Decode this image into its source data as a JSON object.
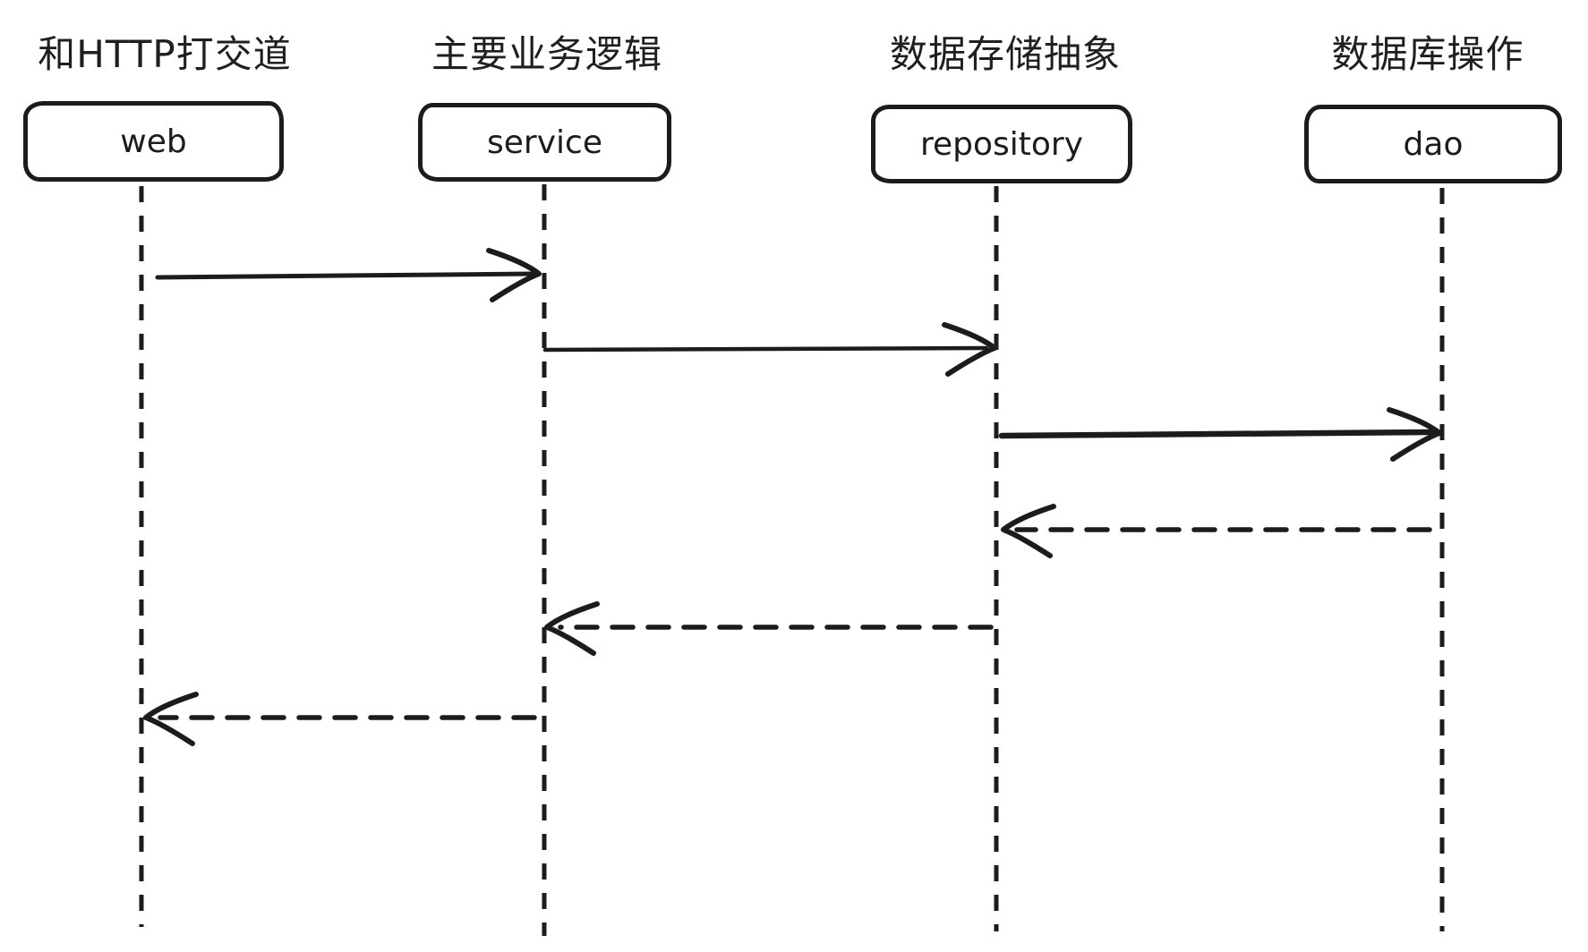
{
  "diagram": {
    "type": "sequence-diagram",
    "background_color": "#ffffff",
    "stroke_color": "#1c1c1c",
    "actors": [
      {
        "annotation": "和HTTP打交道",
        "name": "web"
      },
      {
        "annotation": "主要业务逻辑",
        "name": "service"
      },
      {
        "annotation": "数据存储抽象",
        "name": "repository"
      },
      {
        "annotation": "数据库操作",
        "name": "dao"
      }
    ],
    "messages": [
      {
        "from": "web",
        "to": "service",
        "line": "solid",
        "direction": "right"
      },
      {
        "from": "service",
        "to": "repository",
        "line": "solid",
        "direction": "right"
      },
      {
        "from": "repository",
        "to": "dao",
        "line": "solid",
        "direction": "right"
      },
      {
        "from": "dao",
        "to": "repository",
        "line": "dashed",
        "direction": "left"
      },
      {
        "from": "repository",
        "to": "service",
        "line": "dashed",
        "direction": "left"
      },
      {
        "from": "service",
        "to": "web",
        "line": "dashed",
        "direction": "left"
      }
    ]
  }
}
